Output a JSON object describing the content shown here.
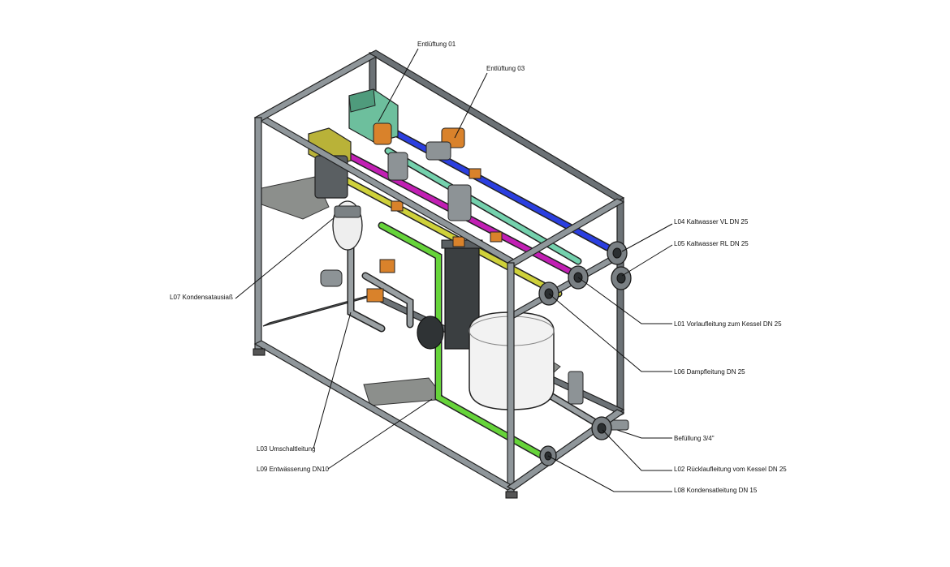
{
  "diagram": {
    "labels": [
      {
        "id": "entlueftung-01",
        "text": "Entlüftung 01"
      },
      {
        "id": "entlueftung-03",
        "text": "Entlüftung 03"
      },
      {
        "id": "l04",
        "text": "L04 Kaltwasser VL DN 25"
      },
      {
        "id": "l05",
        "text": "L05 Kaltwasser RL DN 25"
      },
      {
        "id": "l07",
        "text": "L07 Kondensatausiaß"
      },
      {
        "id": "l01",
        "text": "L01 Vorlaufleitung zum Kessel DN 25"
      },
      {
        "id": "l06",
        "text": "L06 Dampfleitung DN 25"
      },
      {
        "id": "befuellung",
        "text": "Befüllung 3/4\""
      },
      {
        "id": "l03",
        "text": "L03 Umschaltleitung"
      },
      {
        "id": "l09",
        "text": "L09  Entwässerung DN10"
      },
      {
        "id": "l02",
        "text": "L02 Rücklaufleitung vom Kessel DN 25"
      },
      {
        "id": "l08",
        "text": "L08 Kondensatleitung DN 15"
      }
    ],
    "colors": {
      "frame": "#8f969a",
      "pipe_blue": "#2b3fe0",
      "pipe_magenta": "#c21fb4",
      "pipe_teal": "#74d1ad",
      "pipe_yellow": "#cfd13a",
      "pipe_green": "#66d43a",
      "valve_orange": "#d9822b",
      "vessel_white": "#f2f2f2",
      "housing_teal": "#6dbf9d",
      "housing_olive": "#b9b238"
    }
  }
}
